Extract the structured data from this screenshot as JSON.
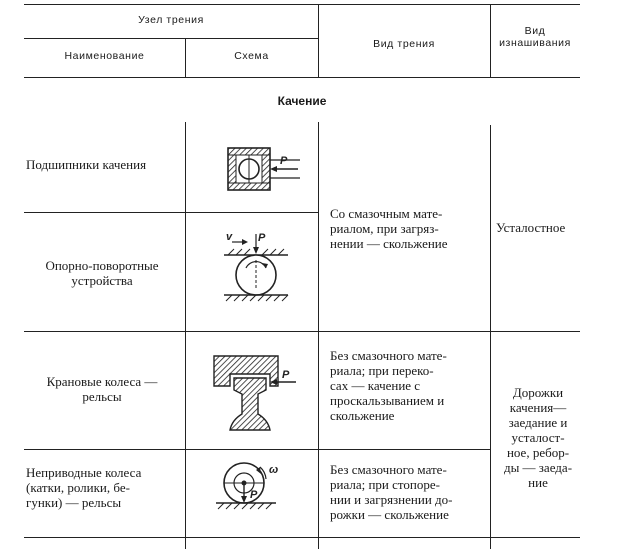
{
  "header": {
    "friction_unit": "Узел трения",
    "name": "Наименование",
    "scheme": "Схема",
    "friction_type": "Вид трения",
    "wear_type": "Вид\nизнашивания"
  },
  "section": {
    "title": "Качение"
  },
  "rows": [
    {
      "name": "Подшипники качения"
    },
    {
      "name": "Опорно-поворотные\nустройства"
    },
    {
      "name": "Крановые колеса —\nрельсы"
    },
    {
      "name": "Неприводные колеса\n(катки, ролики, бе-\nгунки) — рельсы"
    }
  ],
  "friction": {
    "group1": "Со смазочным мате-\nриалом, при загряз-\nнении — скольжение",
    "crane": "Без смазочного мате-\nриала; при переко-\nсах — качение     с\nпроскальзыванием и\nскольжение",
    "nondriven": "Без смазочного мате-\nриала; при стопоре-\nнии и загрязнении до-\nрожки — скольжение"
  },
  "wear": {
    "group1": "Усталостное",
    "group2": "Дорожки\nкачения—\nзаедание и\nусталост-\nное, ребор-\nды — заеда-\nние"
  },
  "schemes": {
    "bearing_force": "P",
    "slewing_velocity": "v",
    "slewing_force": "P",
    "crane_force": "P",
    "nondriven_omega": "ω",
    "nondriven_force": "P"
  }
}
